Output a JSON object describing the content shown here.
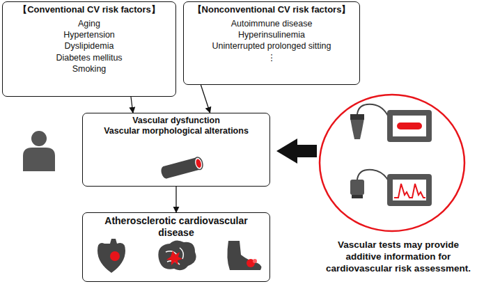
{
  "diagram": {
    "nodes": [
      {
        "text": [
          "【Conventional CV risk factors】",
          "Aging",
          "Hypertension",
          "Dyslipidemia",
          "Diabetes mellitus",
          "Smoking"
        ]
      },
      {
        "text": [
          "【Nonconventional CV risk factors】",
          "Autoimmune disease",
          "Hyperinsulinemia",
          "Uninterrupted prolonged sitting",
          "⋮"
        ]
      },
      {
        "text": [
          "Vascular dysfunction",
          "Vascular morphological alterations"
        ]
      },
      {
        "text": [
          "Atherosclerotic cardiovascular disease"
        ]
      }
    ],
    "edges": [
      {
        "from": 0,
        "to": 2,
        "arrow": "to"
      },
      {
        "from": 1,
        "to": 2,
        "arrow": "to"
      },
      {
        "from": 2,
        "to": 3,
        "arrow": "to"
      }
    ],
    "labels": [
      "Vascular tests may provide additive information for cardiovascular risk assessment."
    ]
  }
}
